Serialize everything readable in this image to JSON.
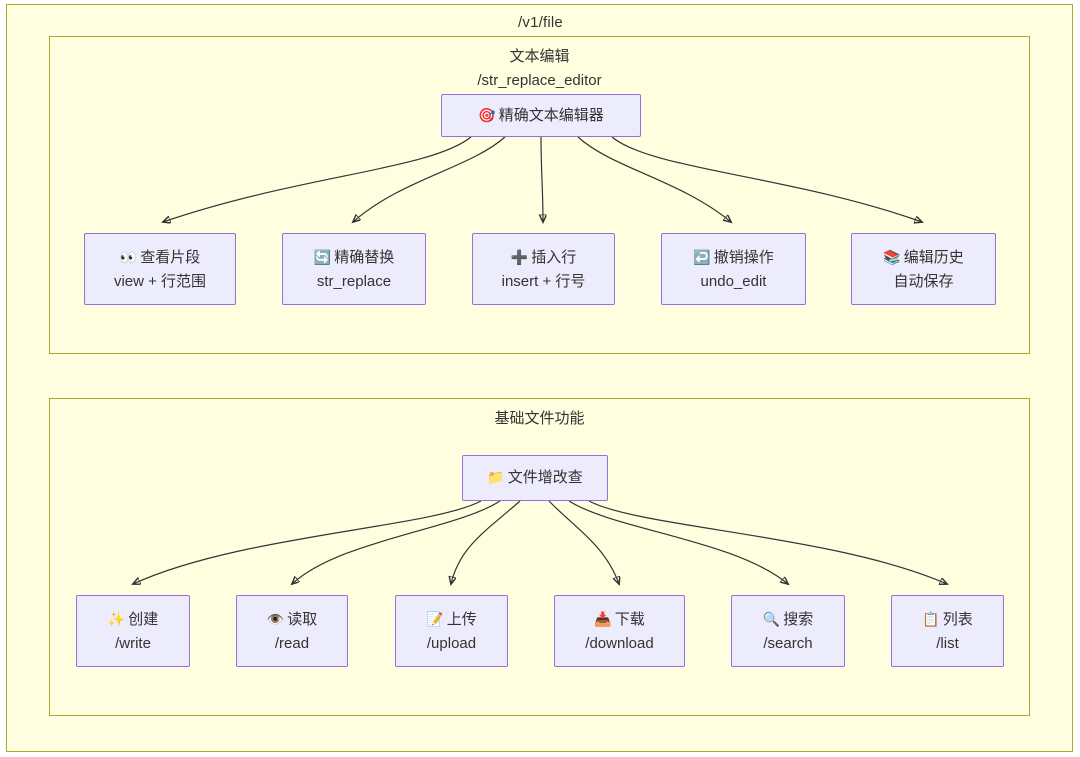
{
  "diagram": {
    "outer_label": "/v1/file",
    "subgraphs": [
      {
        "id": "editor",
        "title_line1": "文本编辑",
        "title_line2": "/str_replace_editor",
        "root": {
          "icon": "🎯",
          "icon_name": "target-icon",
          "label": "精确文本编辑器"
        },
        "children": [
          {
            "icon": "👀",
            "icon_name": "eyes-icon",
            "line1": "查看片段",
            "line2": "view + 行范围"
          },
          {
            "icon": "🔄",
            "icon_name": "refresh-icon",
            "line1": "精确替换",
            "line2": "str_replace"
          },
          {
            "icon": "➕",
            "icon_name": "plus-icon",
            "line1": "插入行",
            "line2": "insert + 行号"
          },
          {
            "icon": "↩️",
            "icon_name": "undo-icon",
            "line1": "撤销操作",
            "line2": "undo_edit"
          },
          {
            "icon": "📚",
            "icon_name": "books-icon",
            "line1": "编辑历史",
            "line2": "自动保存"
          }
        ]
      },
      {
        "id": "basic",
        "title_line1": "基础文件功能",
        "title_line2": "",
        "root": {
          "icon": "📁",
          "icon_name": "folder-icon",
          "label": "文件增改查"
        },
        "children": [
          {
            "icon": "✨",
            "icon_name": "sparkles-icon",
            "line1": "创建",
            "line2": "/write"
          },
          {
            "icon": "👁️",
            "icon_name": "eye-icon",
            "line1": "读取",
            "line2": "/read"
          },
          {
            "icon": "📝",
            "icon_name": "memo-icon",
            "line1": "上传",
            "line2": "/upload"
          },
          {
            "icon": "📥",
            "icon_name": "inbox-tray-icon",
            "line1": "下载",
            "line2": "/download"
          },
          {
            "icon": "🔍",
            "icon_name": "magnifier-icon",
            "line1": "搜索",
            "line2": "/search"
          },
          {
            "icon": "📋",
            "icon_name": "clipboard-icon",
            "line1": "列表",
            "line2": "/list"
          }
        ]
      }
    ],
    "colors": {
      "canvas": "#ffffff",
      "container_fill": "#ffffe0",
      "container_border": "#aaaa33",
      "node_fill": "#ececfd",
      "node_border": "#9370db",
      "edge": "#333333",
      "text": "#333333"
    }
  }
}
